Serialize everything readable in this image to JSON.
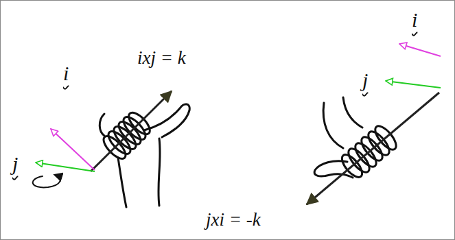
{
  "diagram": {
    "labels": [
      "i",
      "j",
      "ixj = k",
      "i",
      "j",
      "jxi = -k"
    ]
  }
}
